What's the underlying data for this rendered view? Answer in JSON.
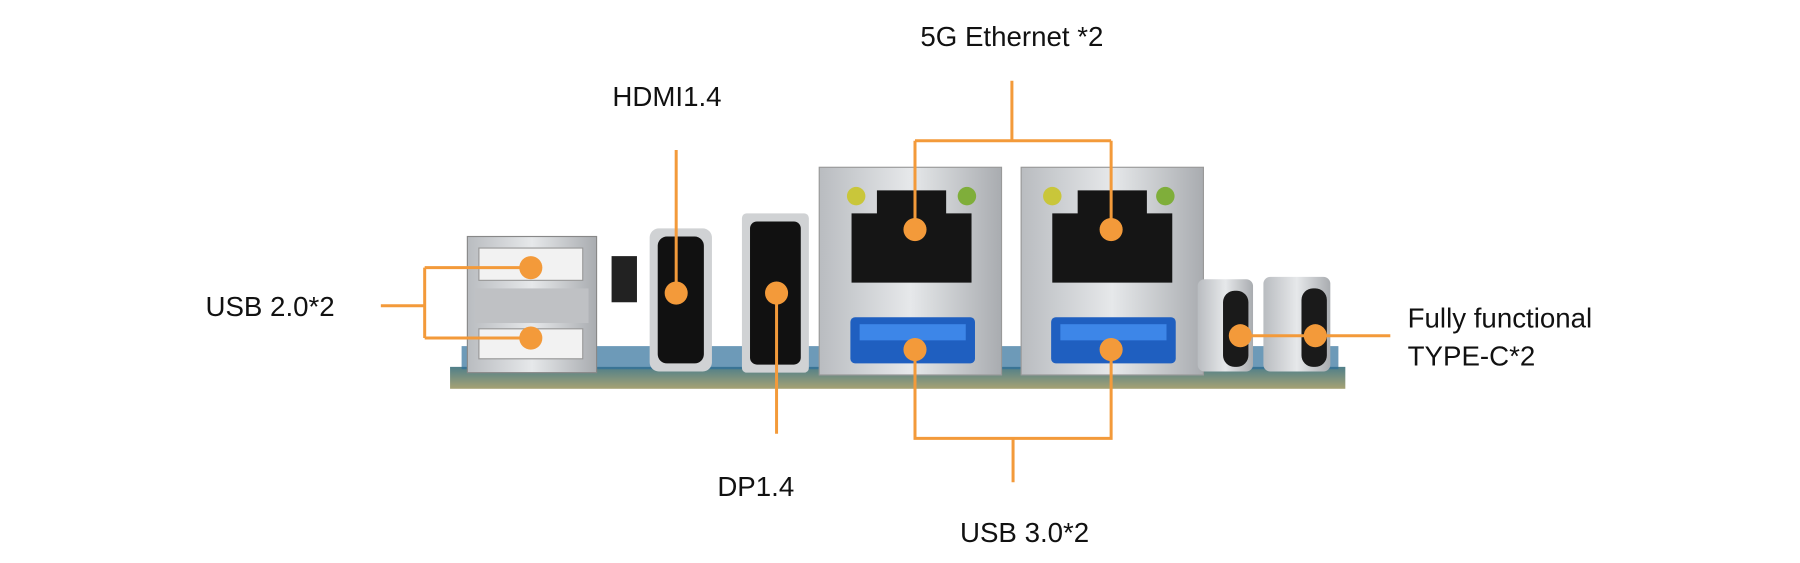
{
  "diagram": {
    "accent_color": "#F39A3A",
    "labels": {
      "ethernet": "5G Ethernet *2",
      "hdmi": "HDMI1.4",
      "usb2": "USB 2.0*2",
      "dp": "DP1.4",
      "usb3": "USB 3.0*2",
      "typec_line1": "Fully functional",
      "typec_line2": "TYPE-C*2"
    }
  }
}
